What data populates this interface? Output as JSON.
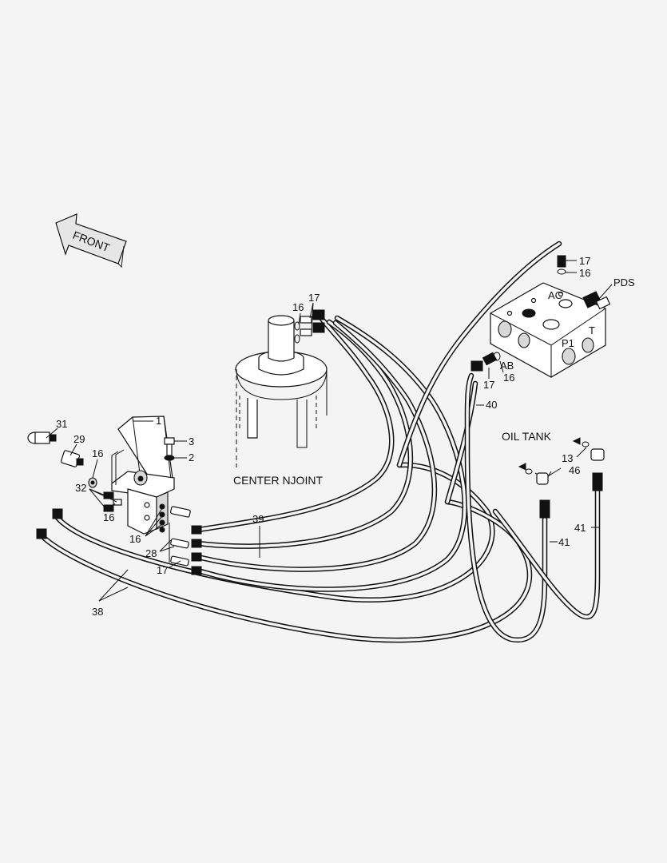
{
  "captions": {
    "front": "FRONT",
    "center_joint": "CENTER NJOINT",
    "oil_tank": "OIL TANK",
    "pds": "PDS"
  },
  "port_labels": {
    "ac": "AC",
    "ab": "AB",
    "p1": "P1",
    "t": "T"
  },
  "part_numbers": {
    "n1": "1",
    "n2": "2",
    "n3": "3",
    "n13": "13",
    "n16": "16",
    "n17": "17",
    "n28": "28",
    "n29": "29",
    "n31": "31",
    "n32": "32",
    "n38": "38",
    "n39": "39",
    "n40": "40",
    "n41": "41",
    "n46": "46"
  },
  "colors": {
    "line": "#111111",
    "background": "#f4f4f4"
  }
}
